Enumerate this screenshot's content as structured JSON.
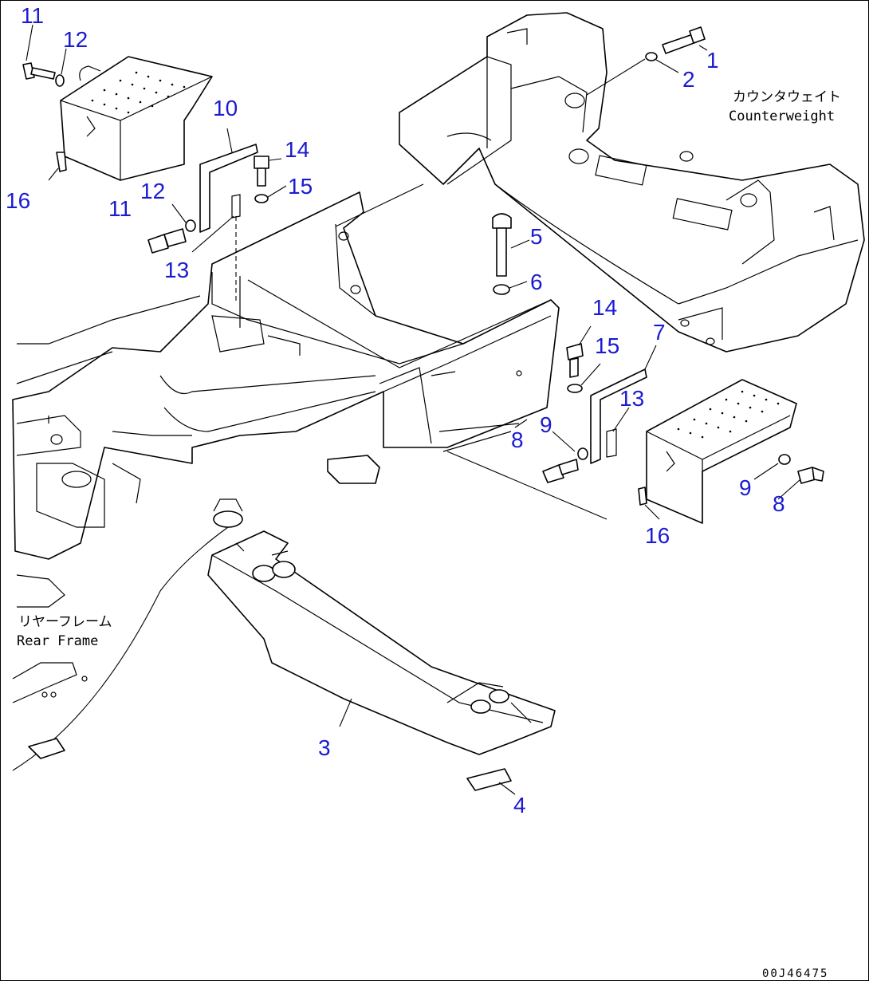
{
  "callouts": {
    "c1": "1",
    "c2": "2",
    "c3": "3",
    "c4": "4",
    "c5": "5",
    "c6": "6",
    "c7": "7",
    "c8a": "8",
    "c8b": "8",
    "c9a": "9",
    "c9b": "9",
    "c10": "10",
    "c11a": "11",
    "c11b": "11",
    "c12a": "12",
    "c12b": "12",
    "c13a": "13",
    "c13b": "13",
    "c14a": "14",
    "c14b": "14",
    "c15a": "15",
    "c15b": "15",
    "c16a": "16",
    "c16b": "16"
  },
  "labels": {
    "counterweight_jp": "カウンタウェイト",
    "counterweight_en": "Counterweight",
    "rear_frame_jp": "リヤーフレーム",
    "rear_frame_en": "Rear Frame"
  },
  "drawing_code": "00J46475",
  "colors": {
    "callout": "#1b1bd1",
    "line": "#000000",
    "background": "#ffffff"
  }
}
